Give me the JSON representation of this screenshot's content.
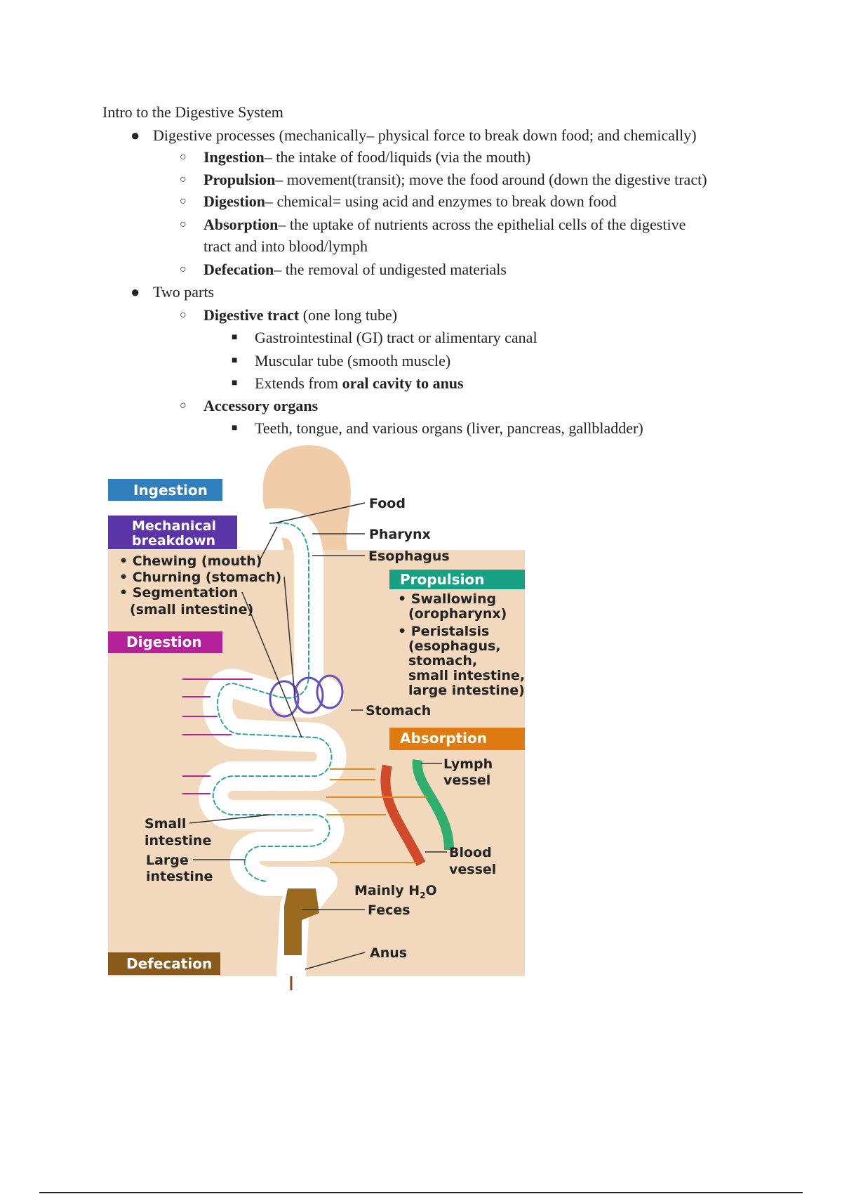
{
  "title": "Intro to the Digestive System",
  "bullets": [
    {
      "text": "Digestive processes (mechanically– physical force to break down food; and chemically)",
      "items": [
        {
          "bold": "Ingestion",
          "text": "– the intake of food/liquids (via the mouth)"
        },
        {
          "bold": "Propulsion",
          "text": "– movement(transit); move the food around (down the digestive tract)"
        },
        {
          "bold": "Digestion",
          "text": "– chemical= using acid and enzymes to break down food"
        },
        {
          "bold": "Absorption",
          "text": "– the uptake of nutrients across the epithelial cells of the digestive",
          "text2": "tract and into blood/lymph"
        },
        {
          "bold": "Defecation",
          "text": "– the removal of undigested materials"
        }
      ]
    },
    {
      "text": "Two parts",
      "items": [
        {
          "bold": "Digestive tract",
          "text": " (one long tube)",
          "sub": [
            "Gastrointestinal (GI) tract or alimentary canal",
            "Muscular tube (smooth muscle)"
          ],
          "sub3_pre": "Extends from ",
          "sub3_bold": "oral cavity to anus"
        },
        {
          "bold": "Accessory organs",
          "sub": [
            "Teeth, tongue, and various organs (liver, pancreas, gallbladder)"
          ]
        }
      ]
    }
  ],
  "diagram": {
    "boxes": {
      "ingestion": "Ingestion",
      "mech1": "Mechanical",
      "mech2": "breakdown",
      "digestion": "Digestion",
      "propulsion": "Propulsion",
      "absorption": "Absorption",
      "defecation": "Defecation"
    },
    "mech_items": [
      "• Chewing (mouth)",
      "• Churning (stomach)",
      "• Segmentation",
      "(small intestine)"
    ],
    "prop_items": [
      "• Swallowing",
      "(oropharynx)",
      "• Peristalsis",
      "(esophagus,",
      "stomach,",
      "small intestine,",
      "large intestine)"
    ],
    "labels": {
      "food": "Food",
      "pharynx": "Pharynx",
      "esophagus": "Esophagus",
      "stomach": "Stomach",
      "lymph1": "Lymph",
      "lymph2": "vessel",
      "blood1": "Blood",
      "blood2": "vessel",
      "h2o": "Mainly H",
      "h2o_sub": "2",
      "h2o_end": "O",
      "feces": "Feces",
      "anus": "Anus",
      "small1": "Small",
      "small2": "intestine",
      "large1": "Large",
      "large2": "intestine"
    },
    "colors": {
      "ingestion": "#2f7fbf",
      "mechanical": "#5b35a8",
      "digestion": "#b5219a",
      "propulsion": "#17a083",
      "absorption": "#e07b12",
      "defecation": "#8a5a1a",
      "background": "#f2d9bd"
    }
  }
}
